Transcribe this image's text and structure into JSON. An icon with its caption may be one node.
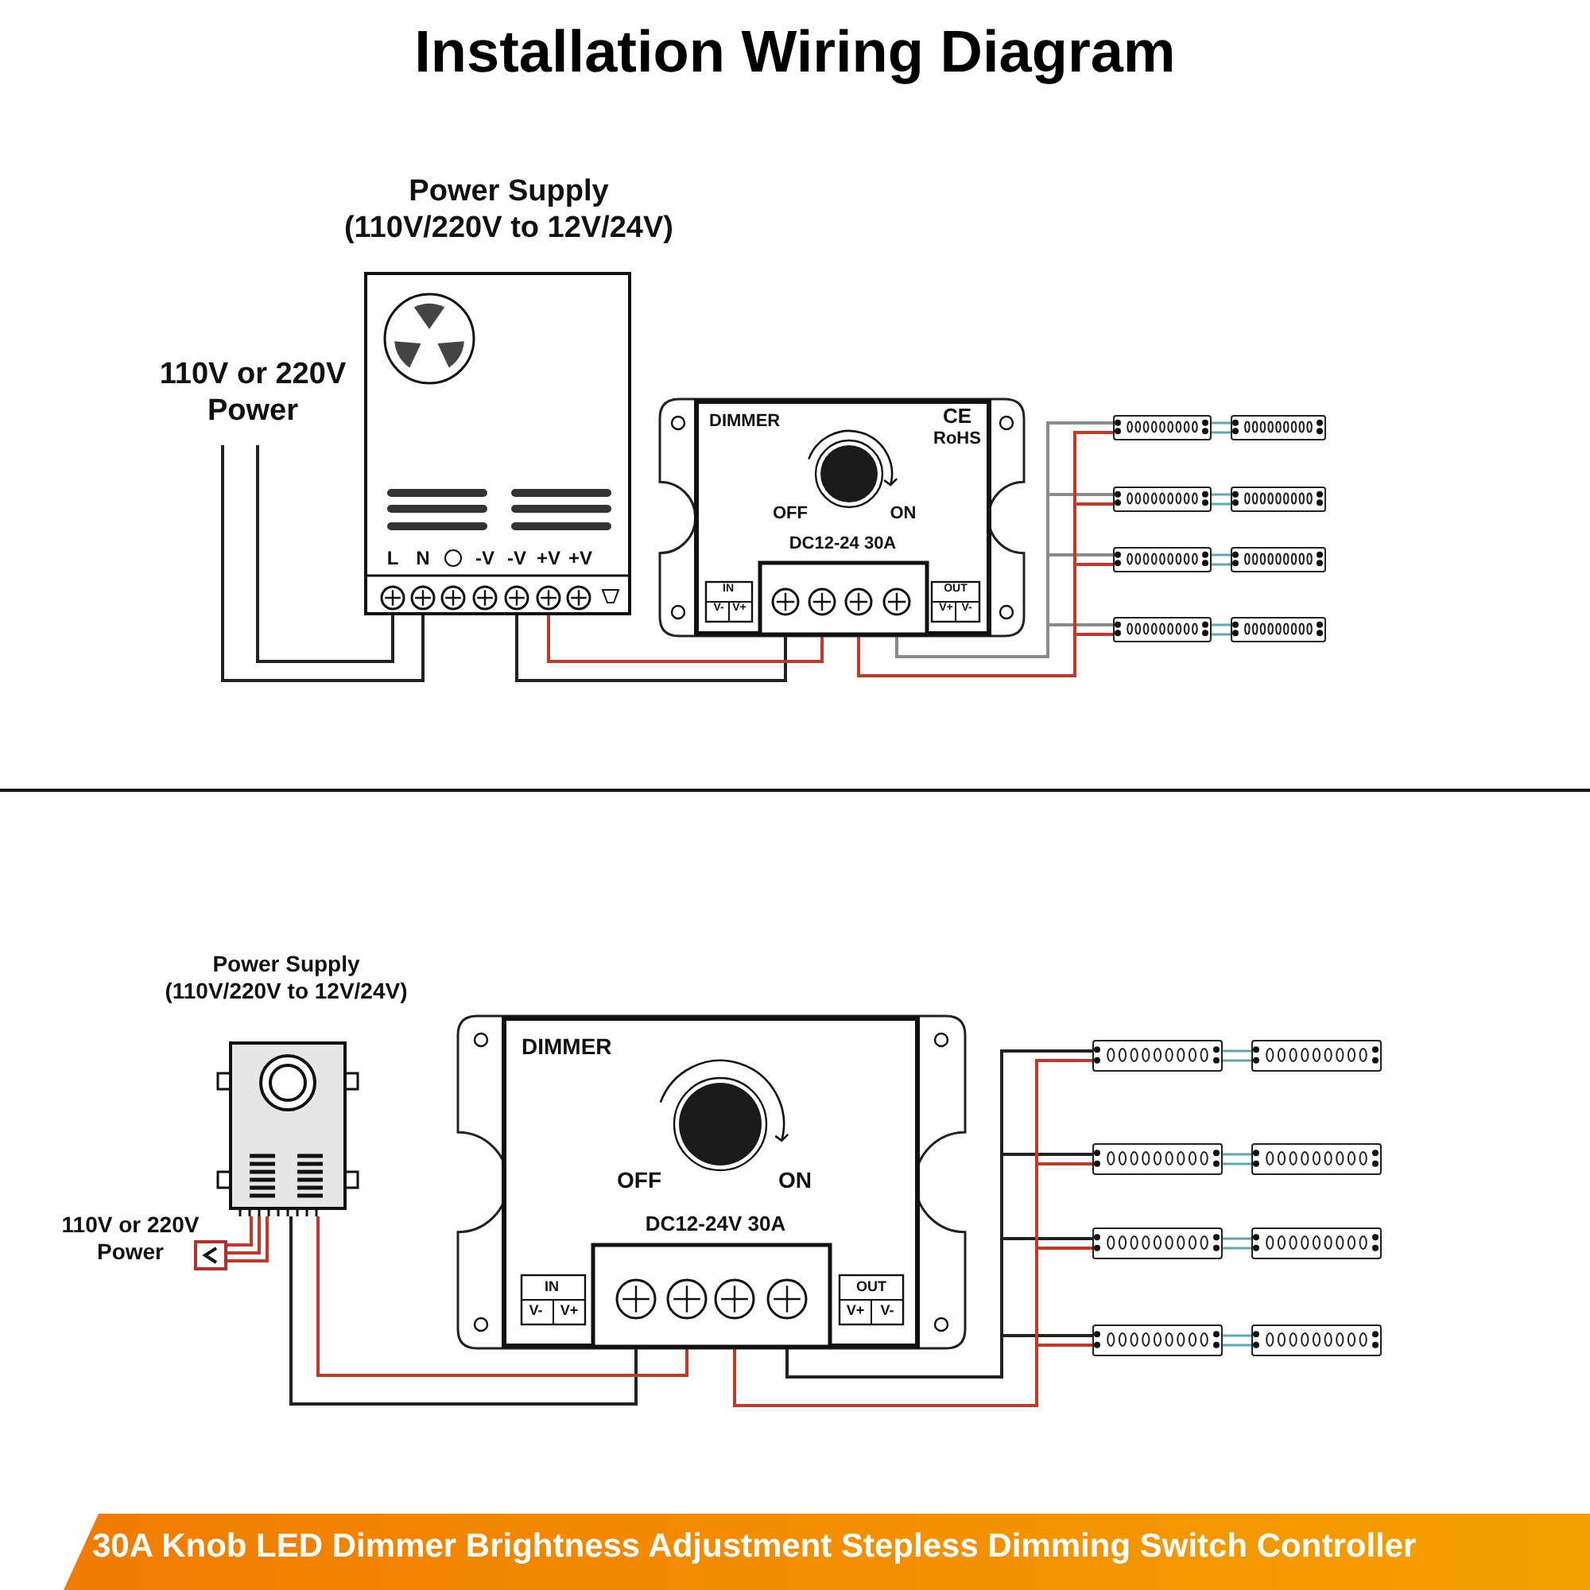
{
  "diagram": {
    "title": "Installation Wiring Diagram",
    "caption": "30A Knob LED Dimmer Brightness Adjustment Stepless Dimming Switch Controller",
    "nodes": [
      {
        "text": [
          "Power Supply (110V/220V to 12V/24V)",
          "L",
          "N",
          "-V",
          "-V",
          "+V",
          "+V"
        ]
      },
      {
        "text": [
          "110V or 220V Power"
        ]
      },
      {
        "text": [
          "DIMMER",
          "CE",
          "RoHS",
          "OFF",
          "ON",
          "DC12-24 30A",
          "IN",
          "V-",
          "V+",
          "OUT",
          "V+",
          "V-"
        ]
      },
      {
        "text": [],
        "shape": "bar"
      },
      {
        "text": [],
        "shape": "bar"
      },
      {
        "text": [],
        "shape": "bar"
      },
      {
        "text": [],
        "shape": "bar"
      },
      {
        "text": [],
        "shape": "bar"
      },
      {
        "text": [],
        "shape": "bar"
      },
      {
        "text": [],
        "shape": "bar"
      },
      {
        "text": [],
        "shape": "bar"
      },
      {
        "text": [
          "Power Supply (110V/220V to 12V/24V)"
        ]
      },
      {
        "text": [],
        "shape": "picture",
        "beside": [
          "110V or 220V Power"
        ]
      },
      {
        "text": [
          "DIMMER",
          "OFF",
          "ON",
          "DC12-24V 30A",
          "IN",
          "V-",
          "V+",
          "OUT",
          "V+",
          "V-"
        ]
      },
      {
        "text": [],
        "shape": "bar"
      },
      {
        "text": [],
        "shape": "bar"
      },
      {
        "text": [],
        "shape": "bar"
      },
      {
        "text": [],
        "shape": "bar"
      },
      {
        "text": [],
        "shape": "bar"
      },
      {
        "text": [],
        "shape": "bar"
      },
      {
        "text": [],
        "shape": "bar"
      },
      {
        "text": [],
        "shape": "bar"
      }
    ],
    "edges": [
      {
        "from": 1,
        "to": 0,
        "arrow": "none",
        "color": "#222222"
      },
      {
        "from": 1,
        "to": 0,
        "arrow": "none",
        "color": "#222222"
      },
      {
        "from": 0,
        "to": 2,
        "arrow": "none",
        "color": "#222222"
      },
      {
        "from": 0,
        "to": 2,
        "arrow": "none",
        "color": "#c0392b"
      },
      {
        "from": 2,
        "to": 3,
        "arrow": "none",
        "color": "#8a8a8a"
      },
      {
        "from": 2,
        "to": 5,
        "arrow": "none",
        "color": "#8a8a8a"
      },
      {
        "from": 2,
        "to": 7,
        "arrow": "none",
        "color": "#8a8a8a"
      },
      {
        "from": 2,
        "to": 9,
        "arrow": "none",
        "color": "#8a8a8a"
      },
      {
        "from": 2,
        "to": 3,
        "arrow": "none",
        "color": "#c0392b"
      },
      {
        "from": 2,
        "to": 5,
        "arrow": "none",
        "color": "#c0392b"
      },
      {
        "from": 2,
        "to": 7,
        "arrow": "none",
        "color": "#c0392b"
      },
      {
        "from": 2,
        "to": 9,
        "arrow": "none",
        "color": "#c0392b"
      },
      {
        "from": 3,
        "to": 4,
        "arrow": "none",
        "color": "#5fa8b0"
      },
      {
        "from": 3,
        "to": 4,
        "arrow": "none",
        "color": "#5fa8b0"
      },
      {
        "from": 5,
        "to": 6,
        "arrow": "none",
        "color": "#5fa8b0"
      },
      {
        "from": 5,
        "to": 6,
        "arrow": "none",
        "color": "#5fa8b0"
      },
      {
        "from": 7,
        "to": 8,
        "arrow": "none",
        "color": "#5fa8b0"
      },
      {
        "from": 7,
        "to": 8,
        "arrow": "none",
        "color": "#5fa8b0"
      },
      {
        "from": 9,
        "to": 10,
        "arrow": "none",
        "color": "#5fa8b0"
      },
      {
        "from": 9,
        "to": 10,
        "arrow": "none",
        "color": "#5fa8b0"
      },
      {
        "from": 12,
        "to": 11,
        "arrow": "none",
        "color": "#c0392b"
      },
      {
        "from": 12,
        "to": 11,
        "arrow": "none",
        "color": "#c0392b"
      },
      {
        "from": 12,
        "to": 11,
        "arrow": "none",
        "color": "#c0392b"
      },
      {
        "from": 11,
        "to": 13,
        "arrow": "none",
        "color": "#222222"
      },
      {
        "from": 11,
        "to": 13,
        "arrow": "none",
        "color": "#c0392b"
      },
      {
        "from": 13,
        "to": 14,
        "arrow": "none",
        "color": "#222222"
      },
      {
        "from": 13,
        "to": 16,
        "arrow": "none",
        "color": "#222222"
      },
      {
        "from": 13,
        "to": 18,
        "arrow": "none",
        "color": "#222222"
      },
      {
        "from": 13,
        "to": 20,
        "arrow": "none",
        "color": "#222222"
      },
      {
        "from": 13,
        "to": 14,
        "arrow": "none",
        "color": "#c0392b"
      },
      {
        "from": 13,
        "to": 16,
        "arrow": "none",
        "color": "#c0392b"
      },
      {
        "from": 13,
        "to": 18,
        "arrow": "none",
        "color": "#c0392b"
      },
      {
        "from": 13,
        "to": 20,
        "arrow": "none",
        "color": "#c0392b"
      },
      {
        "from": 14,
        "to": 15,
        "arrow": "none",
        "color": "#5fa8b0"
      },
      {
        "from": 14,
        "to": 15,
        "arrow": "none",
        "color": "#5fa8b0"
      },
      {
        "from": 16,
        "to": 17,
        "arrow": "none",
        "color": "#5fa8b0"
      },
      {
        "from": 16,
        "to": 17,
        "arrow": "none",
        "color": "#5fa8b0"
      },
      {
        "from": 18,
        "to": 19,
        "arrow": "none",
        "color": "#5fa8b0"
      },
      {
        "from": 18,
        "to": 19,
        "arrow": "none",
        "color": "#5fa8b0"
      },
      {
        "from": 20,
        "to": 21,
        "arrow": "none",
        "color": "#5fa8b0"
      },
      {
        "from": 20,
        "to": 21,
        "arrow": "none",
        "color": "#5fa8b0"
      }
    ]
  }
}
